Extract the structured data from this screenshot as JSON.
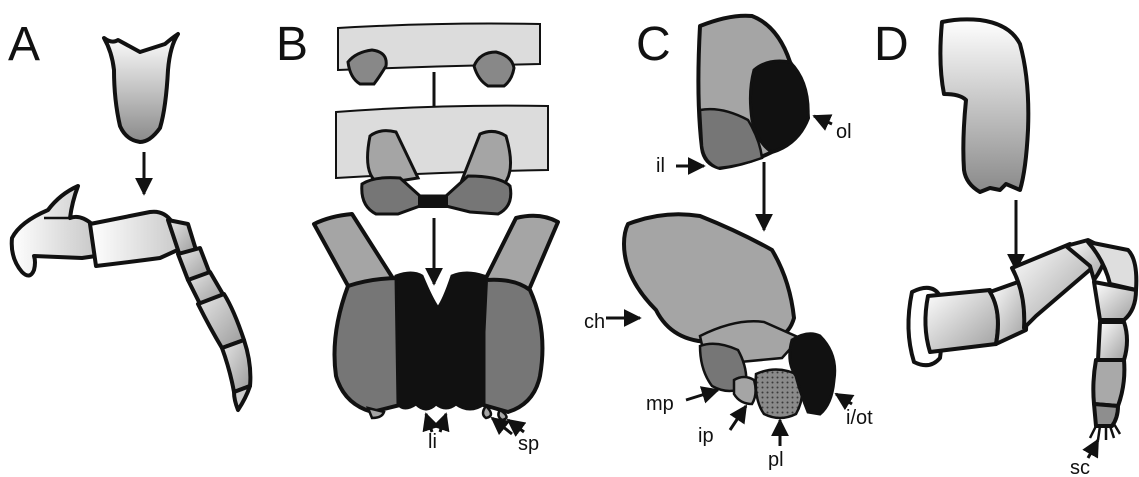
{
  "panels": {
    "a": {
      "letter": "A"
    },
    "b": {
      "letter": "B",
      "labels": {
        "li": "li",
        "sp": "sp"
      }
    },
    "c": {
      "letter": "C",
      "labels": {
        "il": "il",
        "ol": "ol",
        "ch": "ch",
        "mp": "mp",
        "ip": "ip",
        "pl": "pl",
        "iot": "i/ot"
      }
    },
    "d": {
      "letter": "D",
      "labels": {
        "sc": "sc"
      }
    }
  },
  "colors": {
    "dark_gray": "#767676",
    "mid_gray": "#a5a5a5",
    "light_gray": "#dcdcdc",
    "black": "#111111",
    "white": "#ffffff"
  }
}
